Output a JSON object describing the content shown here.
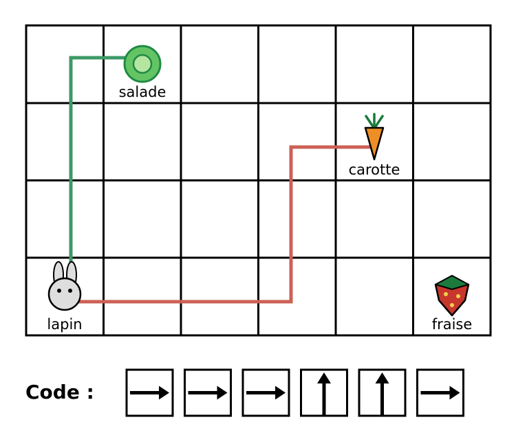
{
  "grid": {
    "columns": 6,
    "rows": 4
  },
  "items": [
    {
      "id": "lapin",
      "label": "lapin",
      "col": 0,
      "row": 3
    },
    {
      "id": "salade",
      "label": "salade",
      "col": 1,
      "row": 0
    },
    {
      "id": "carotte",
      "label": "carotte",
      "col": 4,
      "row": 1
    },
    {
      "id": "fraise",
      "label": "fraise",
      "col": 5,
      "row": 3
    }
  ],
  "paths": [
    {
      "id": "green-path",
      "color": "#3d9966",
      "from": "lapin",
      "to": "salade"
    },
    {
      "id": "red-path",
      "color": "#cc6055",
      "from": "lapin",
      "to": "carotte"
    }
  ],
  "code": {
    "label": "Code :",
    "steps": [
      "right",
      "right",
      "right",
      "up",
      "up",
      "right"
    ]
  },
  "colors": {
    "grid_line": "#000000",
    "salade": "#64c464",
    "carotte": "#ed8f26",
    "carrot_leaves": "#177a3a",
    "fraise": "#c7372e",
    "strawberry_leaves": "#1c7a3c",
    "lapin": "#dedede"
  }
}
